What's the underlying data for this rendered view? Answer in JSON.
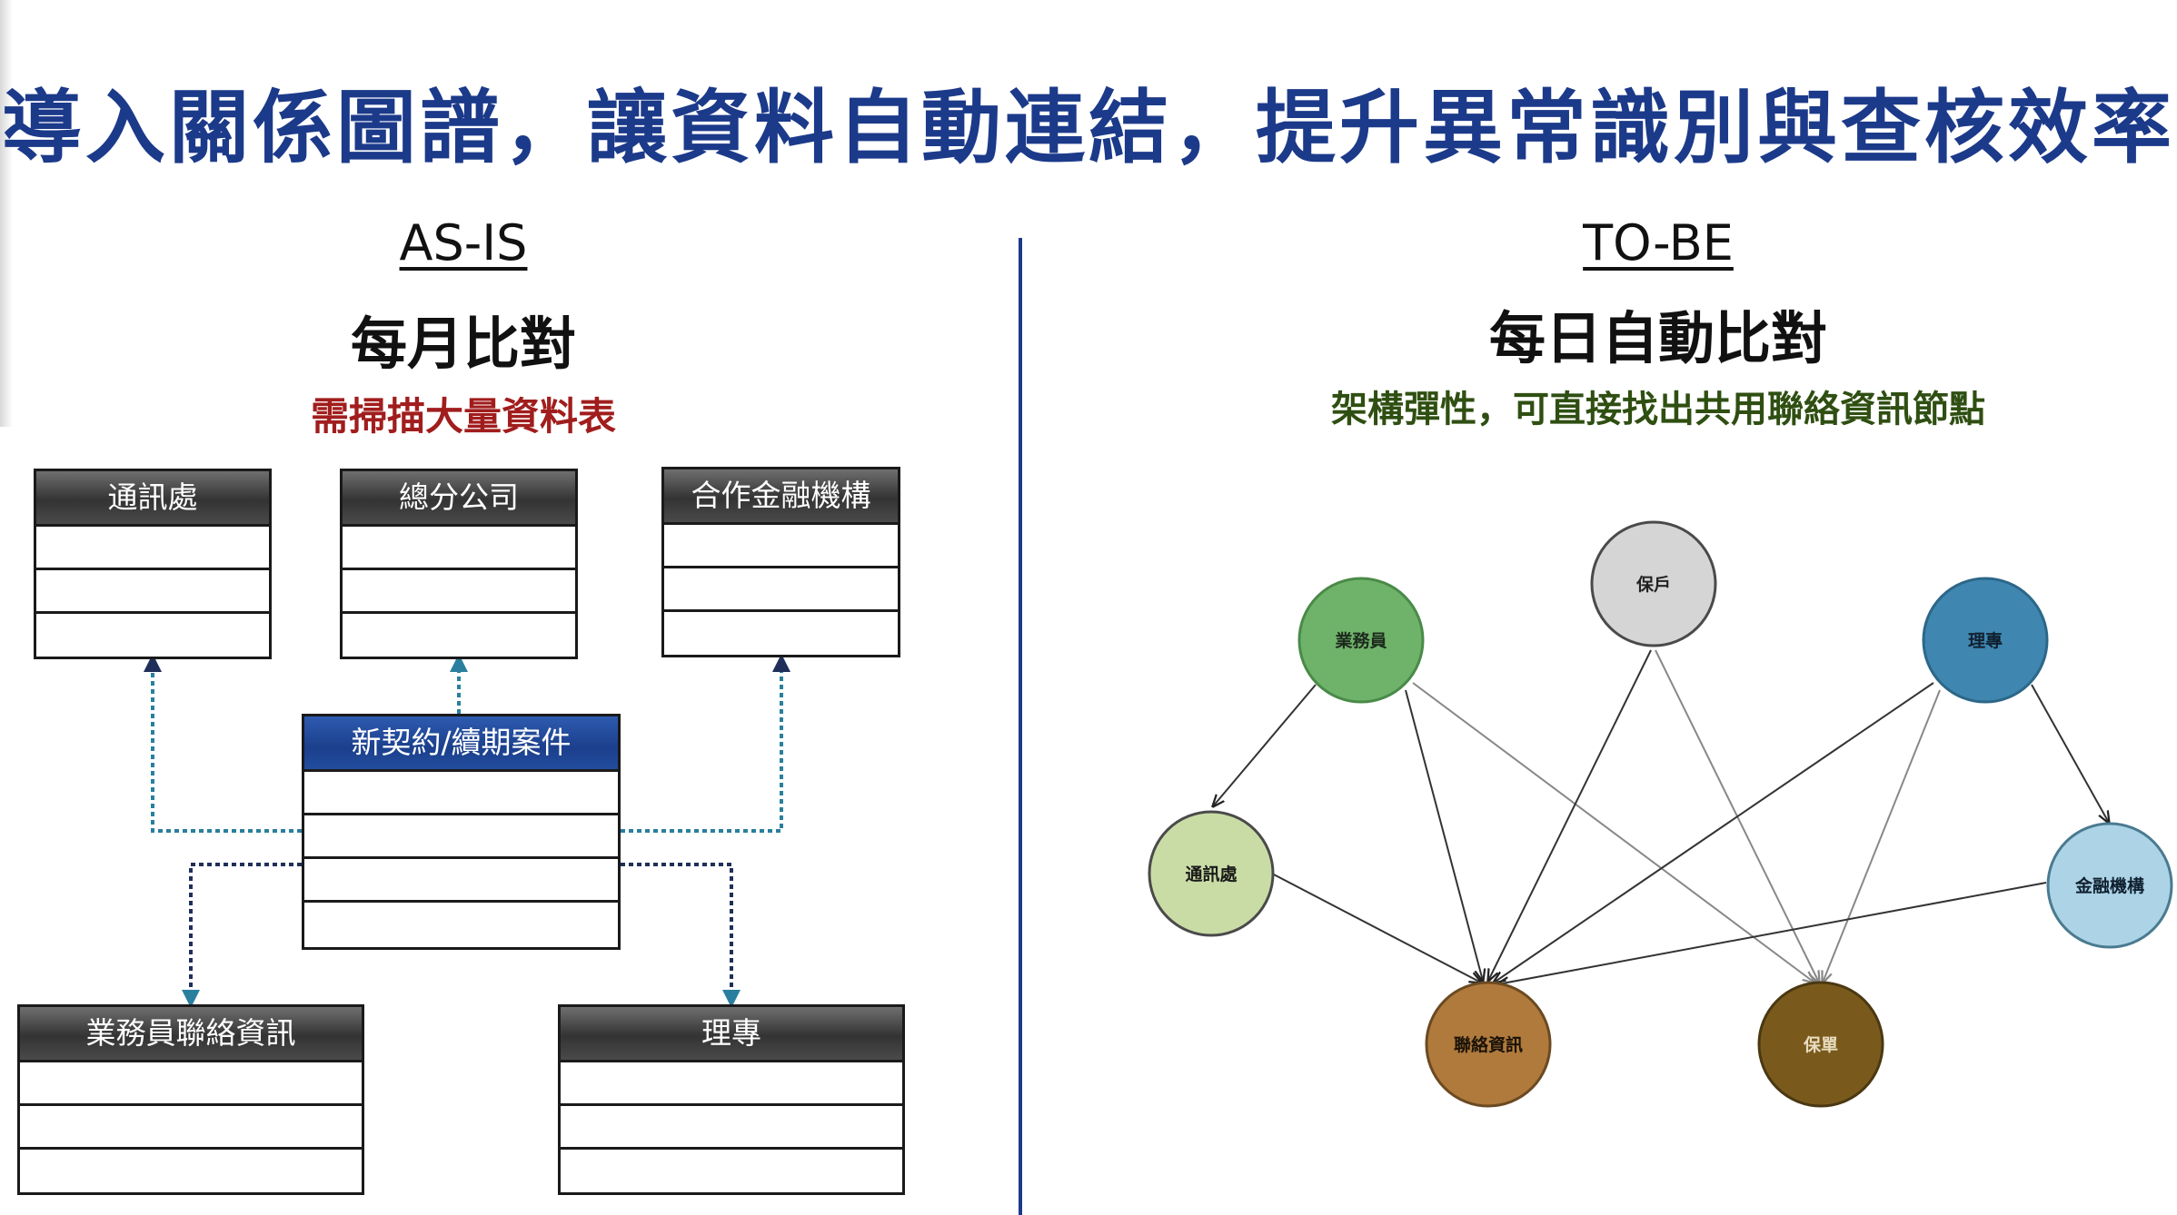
{
  "title": "導入關係圖譜，讓資料自動連結，提升異常識別與查核效率",
  "as_is": {
    "heading": "AS-IS",
    "subheading": "每月比對",
    "note": "需掃描大量資料表",
    "tables": {
      "tongxunchu": "通訊處",
      "zongfen": "總分公司",
      "hezuo": "合作金融機構",
      "center": "新契約/續期案件",
      "yewu": "業務員聯絡資訊",
      "lizhuan": "理專"
    }
  },
  "to_be": {
    "heading": "TO-BE",
    "subheading": "每日自動比對",
    "note": "架構彈性，可直接找出共用聯絡資訊節點",
    "nodes": {
      "yewuyuan": "業務員",
      "baohu": "保戶",
      "lizhuan": "理專",
      "tongxunchu": "通訊處",
      "jinrong": "金融機構",
      "lianluo": "聯絡資訊",
      "baodan": "保單"
    }
  },
  "colors": {
    "title": "#1c3a8a",
    "note_red": "#a11d1d",
    "note_green": "#2f4f12",
    "arrow_teal": "#2a7f9e",
    "arrow_navy": "#1f2f5a"
  }
}
